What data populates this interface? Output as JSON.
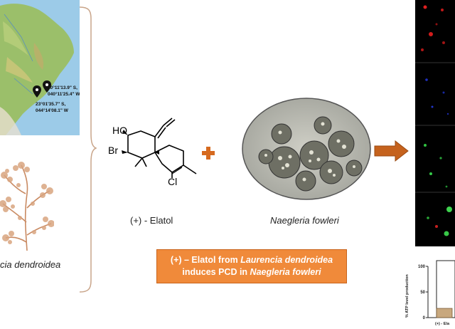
{
  "map": {
    "point1_lat": "20°11'13.9\" S,",
    "point1_lon": "040°11'25.4\" W",
    "point2_lat": "23°01'35.7\" S,",
    "point2_lon": "044°14'08.1\" W"
  },
  "species_caption": "cia dendroidea",
  "molecule": {
    "substituent_ho": "HO",
    "substituent_br": "Br",
    "substituent_cl": "Cl",
    "caption": "(+) - Elatol"
  },
  "organism_caption": "Naegleria fowleri",
  "conclusion": {
    "line1_prefix": "(+) – Elatol from ",
    "line1_species": "Laurencia dendroidea",
    "line2_prefix": "induces PCD in ",
    "line2_species": "Naegleria fowleri"
  },
  "chart_data": {
    "type": "bar",
    "ylabel": "% ATP level production",
    "ylim": [
      0,
      100
    ],
    "yticks": [
      "100",
      "50",
      "0"
    ],
    "categories": [
      "(+) - Ela"
    ],
    "values": [
      18
    ]
  },
  "colors": {
    "ocean": "#9ccbe8",
    "land": "#9bbf6a",
    "banner": "#f08a3a",
    "arrow": "#c5621d",
    "plus": "#d66a1f",
    "seaweed": "#d9a580",
    "bar": "#c8a87e"
  }
}
